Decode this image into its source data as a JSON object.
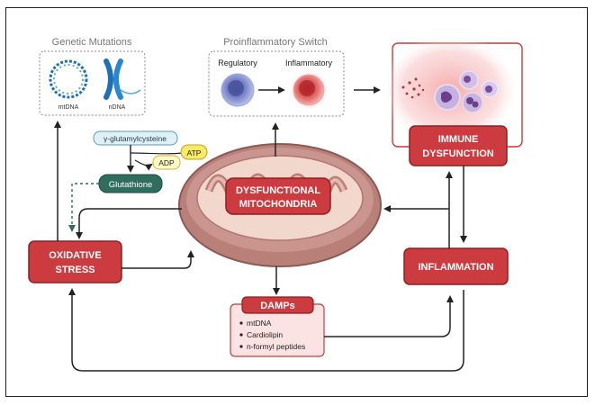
{
  "genetic": {
    "title": "Genetic Mutations",
    "mtdna": "mtDNA",
    "ndna": "nDNA"
  },
  "switch": {
    "title": "Proinflammatory Switch",
    "regulatory": "Regulatory",
    "inflammatory": "Inflammatory"
  },
  "immune": {
    "line1": "IMMUNE",
    "line2": "DYSFUNCTION"
  },
  "mito": {
    "line1": "DYSFUNCTIONAL",
    "line2": "MITOCHONDRIA"
  },
  "pathway": {
    "gamma": "γ-glutamylcysteine",
    "atp": "ATP",
    "adp": "ADP",
    "glutathione": "Glutathione"
  },
  "oxidative": {
    "line1": "OXIDATIVE",
    "line2": "STRESS"
  },
  "inflammation": {
    "label": "INFLAMMATION"
  },
  "damps": {
    "title": "DAMPs",
    "items": [
      "mtDNA",
      "Cardiolipin",
      "n-formyl peptides"
    ]
  },
  "colors": {
    "red_box": "#cc3b3f",
    "red_box_border": "#8e1f22",
    "mito_fill": "#c9958e",
    "mito_inner": "#f2d7cc",
    "glutathione": "#2f6e5f",
    "gamma_fill": "#dff1f7",
    "atp_fill": "#f7ea64"
  }
}
